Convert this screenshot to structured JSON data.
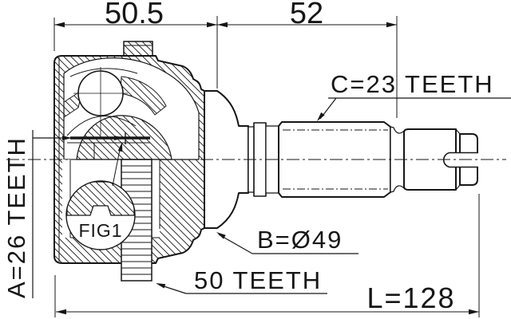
{
  "drawing": {
    "detail_label": "FIG1",
    "dimensions": {
      "joint_width": "50.5",
      "shaft_length": "52",
      "overall_length": "L=128",
      "outer_diameter": "B=Ø49"
    },
    "teeth": {
      "inner_spline": "A=26 TEETH",
      "outer_spline": "C=23 TEETH",
      "abs_ring": "50 TEETH"
    },
    "colors": {
      "ink": "#161616",
      "paper": "#ffffff"
    }
  }
}
